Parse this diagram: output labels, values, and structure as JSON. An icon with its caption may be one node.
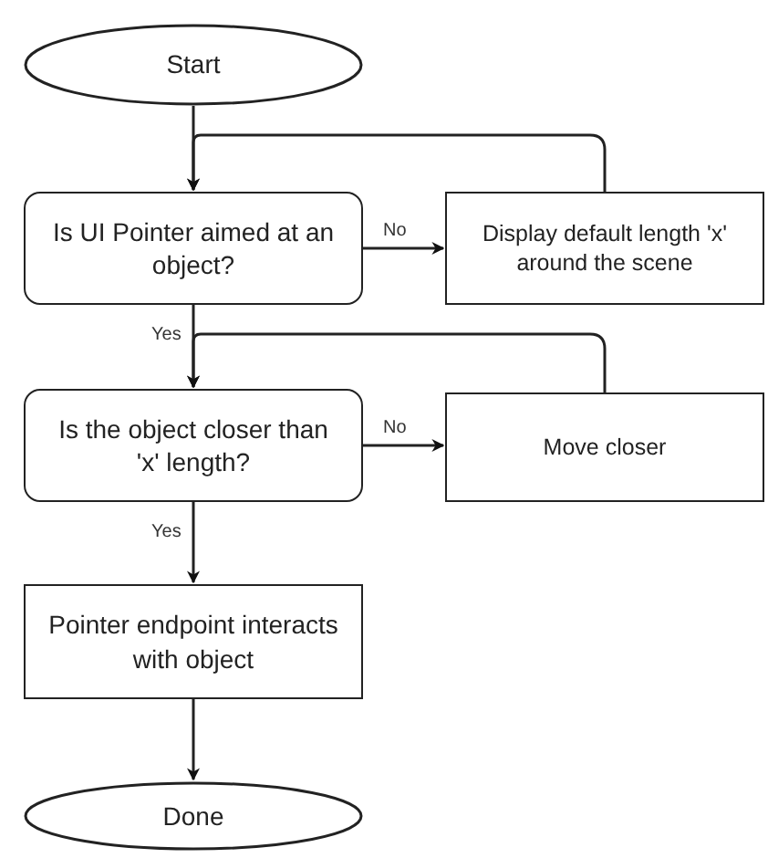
{
  "diagram": {
    "nodes": [
      {
        "text": [
          "Start"
        ]
      },
      {
        "text": [
          "Is UI Pointer aimed at an object?"
        ]
      },
      {
        "text": [
          "Display default length 'x' around the scene"
        ]
      },
      {
        "text": [
          "Is the object closer than 'x' length?"
        ]
      },
      {
        "text": [
          "Move closer"
        ]
      },
      {
        "text": [
          "Pointer endpoint interacts with object"
        ]
      },
      {
        "text": [
          "Done"
        ]
      }
    ],
    "edges": [
      {
        "from": 0,
        "to": 1,
        "arrow": "to"
      },
      {
        "from": 1,
        "to": 2,
        "arrow": "to",
        "label": "No"
      },
      {
        "from": 2,
        "to": 1,
        "arrow": "to"
      },
      {
        "from": 1,
        "to": 3,
        "arrow": "to",
        "label": "Yes"
      },
      {
        "from": 3,
        "to": 4,
        "arrow": "to",
        "label": "No"
      },
      {
        "from": 4,
        "to": 3,
        "arrow": "to"
      },
      {
        "from": 3,
        "to": 5,
        "arrow": "to",
        "label": "Yes"
      },
      {
        "from": 5,
        "to": 6,
        "arrow": "to"
      }
    ]
  }
}
